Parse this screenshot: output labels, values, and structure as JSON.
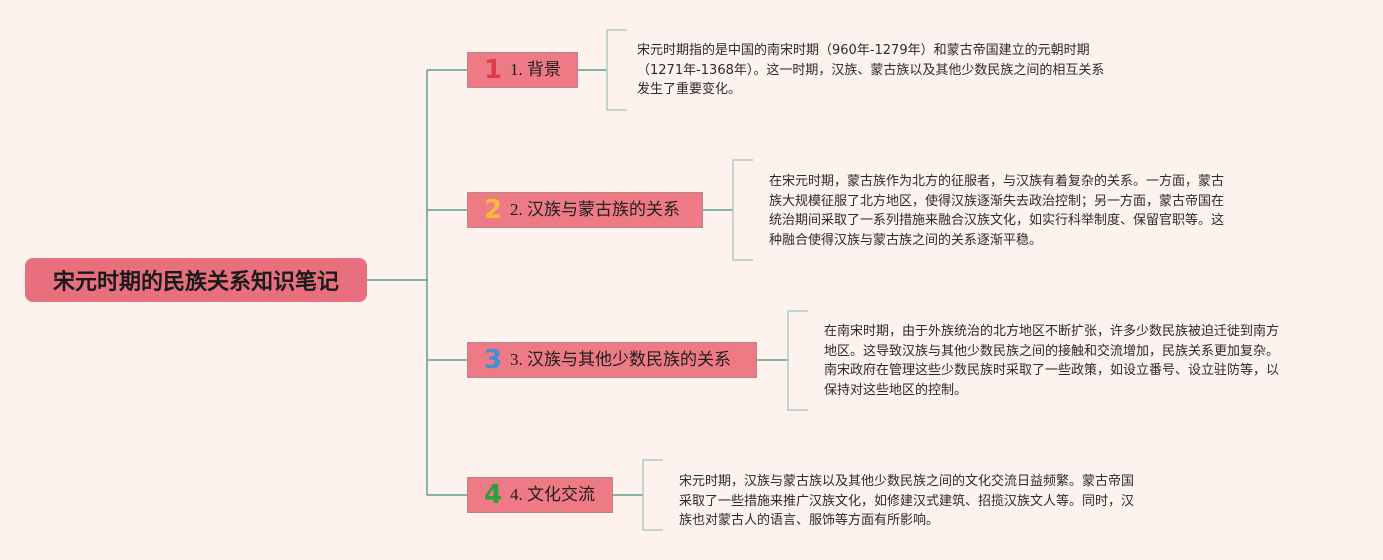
{
  "root": {
    "label": "宋元时期的民族关系知识笔记"
  },
  "topics": [
    {
      "number": "1",
      "label": "1. 背景",
      "badge_color": "#e03a4a",
      "note": "宋元时期指的是中国的南宋时期（960年-1279年）和蒙古帝国建立的元朝时期\n（1271年-1368年）。这一时期，汉族、蒙古族以及其他少数民族之间的相互关系\n发生了重要变化。"
    },
    {
      "number": "2",
      "label": "2. 汉族与蒙古族的关系",
      "badge_color": "#f6b93b",
      "note": "在宋元时期，蒙古族作为北方的征服者，与汉族有着复杂的关系。一方面，蒙古\n族大规模征服了北方地区，使得汉族逐渐失去政治控制；另一方面，蒙古帝国在\n统治期间采取了一系列措施来融合汉族文化，如实行科举制度、保留官职等。这\n种融合使得汉族与蒙古族之间的关系逐渐平稳。"
    },
    {
      "number": "3",
      "label": "3. 汉族与其他少数民族的关系",
      "badge_color": "#3d8fd6",
      "note": "在南宋时期，由于外族统治的北方地区不断扩张，许多少数民族被迫迁徙到南方\n地区。这导致汉族与其他少数民族之间的接触和交流增加，民族关系更加复杂。\n南宋政府在管理这些少数民族时采取了一些政策，如设立番号、设立驻防等，以\n保持对这些地区的控制。"
    },
    {
      "number": "4",
      "label": "4. 文化交流",
      "badge_color": "#2e9e3e",
      "note": "宋元时期，汉族与蒙古族以及其他少数民族之间的文化交流日益频繁。蒙古帝国\n采取了一些措施来推广汉族文化，如修建汉式建筑、招揽汉族文人等。同时，汉\n族也对蒙古人的语言、服饰等方面有所影响。"
    }
  ],
  "colors": {
    "background": "#fdf2ee",
    "root_fill": "#e86f7d",
    "topic_fill": "#ee7a86",
    "line": "#5f9e8a",
    "bracket": "#9ec4b6"
  }
}
